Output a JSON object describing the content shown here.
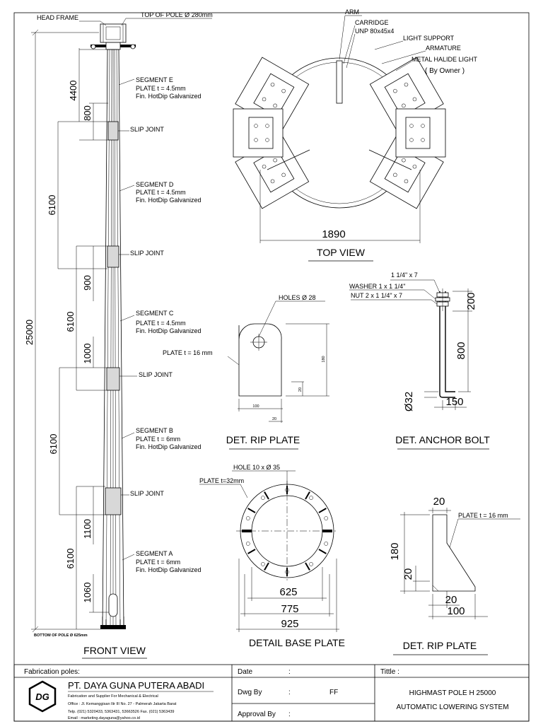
{
  "front_view": {
    "head_frame": "HEAD FRAME",
    "top_of_pole": "TOP OF POLE Ø 280mm",
    "segments": [
      {
        "name": "SEGMENT E",
        "plate": "PLATE t = 4.5mm",
        "finish": "Fin. HotDip Galvanized"
      },
      {
        "name": "SEGMENT D",
        "plate": "PLATE t = 4.5mm",
        "finish": "Fin. HotDip Galvanized"
      },
      {
        "name": "SEGMENT C",
        "plate": "PLATE t = 4.5mm",
        "finish": "Fin. HotDip Galvanized"
      },
      {
        "name": "SEGMENT B",
        "plate": "PLATE t = 6mm",
        "finish": "Fin. HotDip Galvanized"
      },
      {
        "name": "SEGMENT A",
        "plate": "PLATE t = 6mm",
        "finish": "Fin. HotDip Galvanized"
      }
    ],
    "slip_joint": "SLIP JOINT",
    "dims": {
      "total": "25000",
      "e_len": "4400",
      "j4": "800",
      "d_len": "6100",
      "j3": "900",
      "c_len": "6100",
      "j2": "1000",
      "b_len": "6100",
      "j1": "1100",
      "a_len": "6100",
      "a_door": "1060"
    },
    "bottom_of_pole": "BOTTOM OF POLE Ø 625mm",
    "title": "FRONT VIEW"
  },
  "top_view": {
    "labels": {
      "arm": "ARM",
      "carridge": "CARRIDGE",
      "unp": "UNP 80x45x4",
      "light_support": "LIGHT SUPPORT",
      "armature": "ARMATURE",
      "metal_halide": "METAL HALIDE LIGHT",
      "by_owner": "( By Owner )"
    },
    "width": "1890",
    "title": "TOP VIEW"
  },
  "rip_plate_left": {
    "holes": "HOLES Ø 28",
    "plate": "PLATE t = 16 mm",
    "d180": "180",
    "d20a": "20",
    "d100": "100",
    "d20b": "20",
    "title": "DET. RIP PLATE"
  },
  "anchor_bolt": {
    "bolt": "1 1/4\" x 7",
    "washer": "WASHER 1 x 1 1/4\"",
    "nut": "NUT 2  x 1 1/4\" x 7",
    "d200": "200",
    "d800": "800",
    "d32": "Ø32",
    "d150": "150",
    "title": "DET. ANCHOR BOLT"
  },
  "base_plate": {
    "hole": "HOLE 10 x Ø 35",
    "plate": "PLATE t=32mm",
    "d625": "625",
    "d775": "775",
    "d925": "925",
    "title": "DETAIL BASE PLATE"
  },
  "rip_plate_right": {
    "d20top": "20",
    "plate": "PLATE  t = 16 mm",
    "d180": "180",
    "d20left": "20",
    "d20bot": "20",
    "d100": "100",
    "title": "DET. RIP PLATE"
  },
  "title_block": {
    "fabrication_label": "Fabrication poles:",
    "company": "PT. DAYA GUNA PUTERA ABADI",
    "tagline": "Fabrication and Supplier For Mechanical & Electrical",
    "office": "Office : Jl. Kemanggisan Ilir III No. 27 - Palmerah Jakarta Barat",
    "telp": "Telp. (021) 5320433, 5363431, 53663526  Fax. (021) 5363439",
    "email": "Email : marketing.dayaguna@yahoo.co.id",
    "logo_text": "DG",
    "date_label": "Date",
    "date_colon": ":",
    "dwg_label": "Dwg By",
    "dwg_colon": ":",
    "dwg_value": "FF",
    "approval_label": "Approval By",
    "approval_colon": ":",
    "title_label": "Tittle :",
    "title_line1": "HIGHMAST POLE  H 25000",
    "title_line2": "AUTOMATIC LOWERING SYSTEM"
  }
}
